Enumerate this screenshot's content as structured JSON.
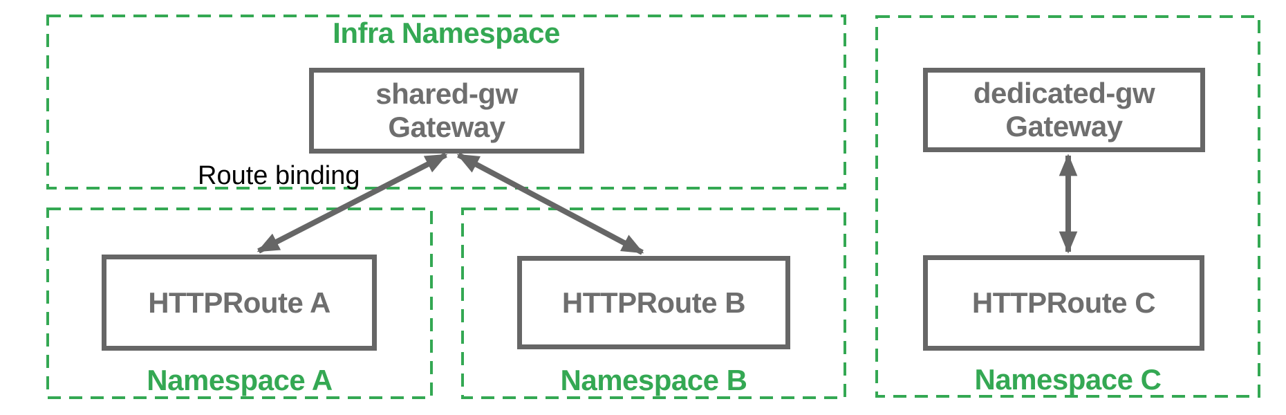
{
  "diagram": {
    "annotation": {
      "route_binding": "Route binding"
    },
    "containers": [
      {
        "id": "infra-namespace",
        "label": "Infra Namespace",
        "label_position": "top"
      },
      {
        "id": "namespace-a",
        "label": "Namespace A",
        "label_position": "bottom"
      },
      {
        "id": "namespace-b",
        "label": "Namespace B",
        "label_position": "bottom"
      },
      {
        "id": "namespace-c",
        "label": "Namespace C",
        "label_position": "bottom"
      }
    ],
    "nodes": [
      {
        "id": "shared-gw",
        "title": "shared-gw",
        "subtitle": "Gateway",
        "container": "Infra Namespace"
      },
      {
        "id": "httproute-a",
        "title": "HTTPRoute A",
        "container": "Namespace A"
      },
      {
        "id": "httproute-b",
        "title": "HTTPRoute B",
        "container": "Namespace B"
      },
      {
        "id": "dedicated-gw",
        "title": "dedicated-gw",
        "subtitle": "Gateway",
        "container": "Namespace C"
      },
      {
        "id": "httproute-c",
        "title": "HTTPRoute C",
        "container": "Namespace C"
      }
    ],
    "edges": [
      {
        "from": "httproute-a",
        "to": "shared-gw",
        "style": "double-arrow",
        "label": "Route binding"
      },
      {
        "from": "httproute-b",
        "to": "shared-gw",
        "style": "double-arrow"
      },
      {
        "from": "httproute-c",
        "to": "dedicated-gw",
        "style": "double-arrow"
      }
    ],
    "colors": {
      "namespace_green": "#34a853",
      "node_border_gray": "#666666",
      "node_text_gray": "#6e6e6e",
      "annotation_black": "#000000",
      "background": "#ffffff"
    }
  }
}
